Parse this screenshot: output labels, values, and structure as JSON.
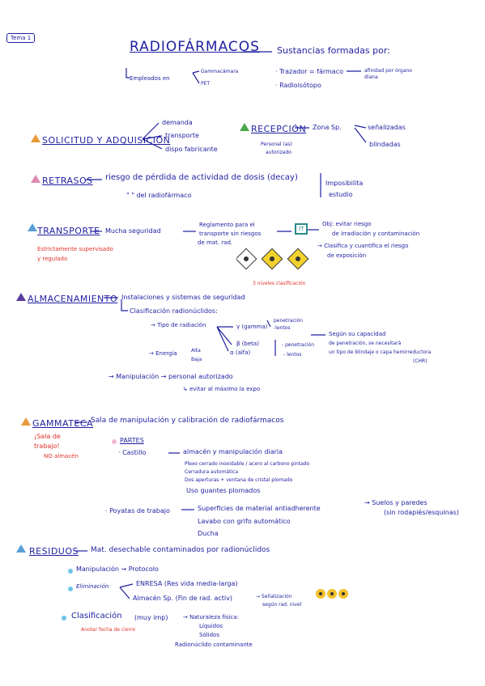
{
  "colors": {
    "ink": "#1f1fa0",
    "red": "#e0322a",
    "tri_orange": "#e89a3a",
    "tri_green": "#4aa84a",
    "tri_pink": "#e08ab0",
    "tri_blue": "#5aa0d8",
    "tri_purple": "#5a3aa0",
    "dot_pink": "#f3b8d2",
    "dot_blue": "#6fc3e8"
  },
  "tema": "Tema 1",
  "title": "RADIOFÁRMACOS",
  "title_def": "Sustancias formadas por:",
  "empleados": {
    "label": "Empleados en",
    "opt1": "Gammacámara",
    "opt2": "PET"
  },
  "comp": {
    "trazador": "· Trazador = fármaco",
    "afinidad": "afinidad por órgano diana",
    "radio": "· Radioisótopo"
  },
  "solicitud": {
    "title": "SOLICITUD Y ADQUISICIÓN",
    "b1": "demanda",
    "b2": "transporte",
    "b3": "dispo fabricante"
  },
  "recepcion": {
    "title": "RECEPCIÓN",
    "zona": "Zona Sp.",
    "senal": "señalizadas",
    "blind": "blindadas",
    "pers1": "Personal (as)",
    "pers2": "autorizado"
  },
  "retrasos": {
    "title": "RETRASOS",
    "l1": "riesgo de pérdida de actividad de dosis (decay)",
    "l2": "\"        \"   del radiofármaco",
    "imp1": "Imposibilita",
    "imp2": "estudio"
  },
  "transporte": {
    "title": "TRANSPORTE",
    "mucha": "Mucha seguridad",
    "reg1": "Reglamento para el",
    "reg2": "transporte sin riesgos",
    "reg3": "de mat. rad.",
    "it": "IT",
    "obj1": "Obj: evitar riesgo",
    "obj2": "de irradiación y contaminación",
    "cla1": "→ Clasifica y cuantifica el riesgo",
    "cla2": "de exposición",
    "estr1": "Estrictamente supervisado",
    "estr2": "y regulado",
    "etiq": "3 niveles clasificación"
  },
  "almacen": {
    "title": "ALMACENAMIENTO",
    "inst": "Instalaciones y sistemas de seguridad",
    "clasif": "Clasificación radionúclidos:",
    "tipo": "→ Tipo de radiación",
    "gamma": "γ (gamma)",
    "gamma_r1": "penetración",
    "gamma_r2": "-lentos",
    "beta": "β (beta)",
    "beta_r1": "- penetración",
    "beta_r2": "- lentos",
    "alfa": "α (alfa)",
    "energia": "→ Energía",
    "alta": "Alta",
    "baja": "Baja",
    "segun1": "Según su capacidad",
    "segun2": "de penetración, se necesitará",
    "segun3": "un tipo de blindaje o capa hemirreductora",
    "segun4": "(CHR)",
    "manip": "→ Manipulación → personal autorizado",
    "evitar": "↳ evitar al máximo la expo"
  },
  "gammateca": {
    "title": "GAMMATECA",
    "sala": "Sala de manipulación y calibración de radiofármacos",
    "sala_trabajo1": "¡Sala de",
    "sala_trabajo2": "trabajo!",
    "no_alm": "NO almacén",
    "partes": "PARTES",
    "castillo": "· Castillo",
    "alm": "almacén y manipulación diaria",
    "p1": "Plexo cerrado inoxidable / acero al carbono pintado",
    "p2": "Cerradura automática",
    "p3": "Dos aperturas + ventana de cristal plomado",
    "uso": "Uso guantes plomados",
    "poyatas": "· Poyatas de trabajo",
    "sup": "Superficies de material antiadherente",
    "suelos1": "→ Suelos y paredes",
    "suelos2": "(sin rodapiés/esquinas)",
    "lavabo": "Lavabo con grifo automático",
    "ducha": "Ducha"
  },
  "residuos": {
    "title": "RESIDUOS",
    "mat": "Mat. desechable contaminados por radionúclidos",
    "manip": "Manipulación → Protocolo",
    "elim": "Eliminación",
    "enresa": "ENRESA (Res vida media-larga)",
    "alm": "Almacén Sp. (Fin de rad. activ)",
    "sen1": "→ Señalización",
    "sen2": "según rad. nivel",
    "clas": "Clasificación",
    "clas_imp": "(muy imp)",
    "nat": "→ Naturaleza física:",
    "liq": "Líquidos",
    "sol": "Sólidos",
    "radio": "Radionúclido contaminante",
    "anotar": "Anotar fecha de cierre"
  }
}
